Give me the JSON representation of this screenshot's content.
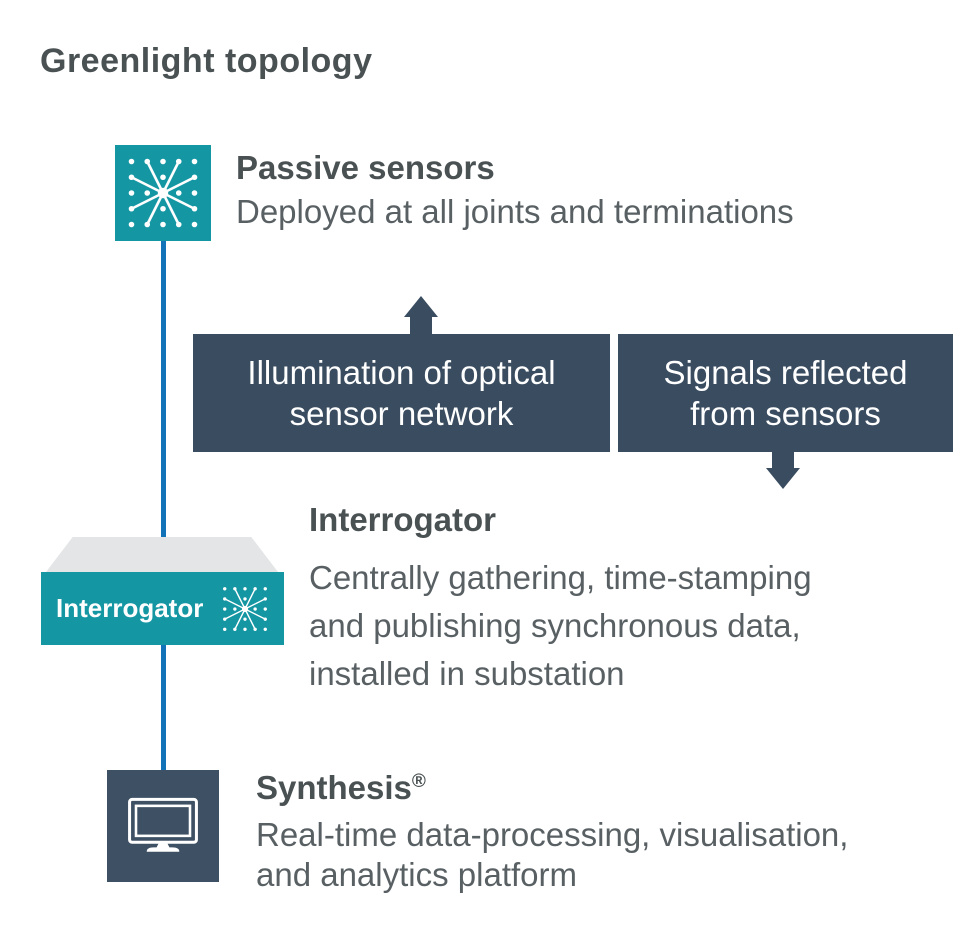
{
  "title": "Greenlight topology",
  "sensors": {
    "heading": "Passive sensors",
    "description": "Deployed at all joints and terminations"
  },
  "flow_up": {
    "line1": "Illumination of optical",
    "line2": "sensor network",
    "direction": "up"
  },
  "flow_down": {
    "line1": "Signals reflected",
    "line2": "from sensors",
    "direction": "down"
  },
  "interrogator": {
    "device_label": "Interrogator",
    "heading": "Interrogator",
    "desc_line1": "Centrally gathering, time-stamping",
    "desc_line2": "and publishing synchronous data,",
    "desc_line3": "installed in substation"
  },
  "synthesis": {
    "heading": "Synthesis",
    "trademark": "®",
    "desc_line1": "Real-time data-processing, visualisation,",
    "desc_line2": "and analytics platform"
  },
  "icons": {
    "sensor": "starburst-sensor-icon",
    "interrogator": "starburst-sensor-icon",
    "synthesis": "monitor-icon"
  },
  "colors": {
    "teal": "#1496a3",
    "slate_box": "#3a4c60",
    "synthesis_square": "#3d5064",
    "fiber_blue": "#1273b9",
    "heading_gray": "#4a5153",
    "body_gray": "#596063",
    "device_lid_gray": "#e3e5e6",
    "background": "#ffffff"
  }
}
